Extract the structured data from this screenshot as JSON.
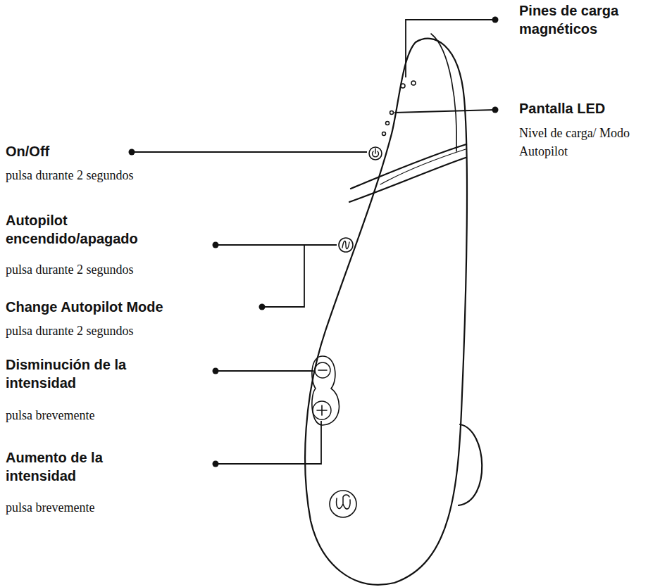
{
  "diagram": {
    "labels": [
      "Pines de carga magnéticos",
      "Pantalla LED",
      "Nivel de carga/ Modo Autopilot",
      "On/Off",
      "pulsa durante 2 segundos",
      "Autopilot encendido/apagado",
      "pulsa durante 2 segundos",
      "Change Autopilot Mode",
      "pulsa durante 2 segundos",
      "Disminución de la intensidad",
      "pulsa brevemente",
      "Aumento de la intensidad",
      "pulsa brevemente"
    ]
  }
}
